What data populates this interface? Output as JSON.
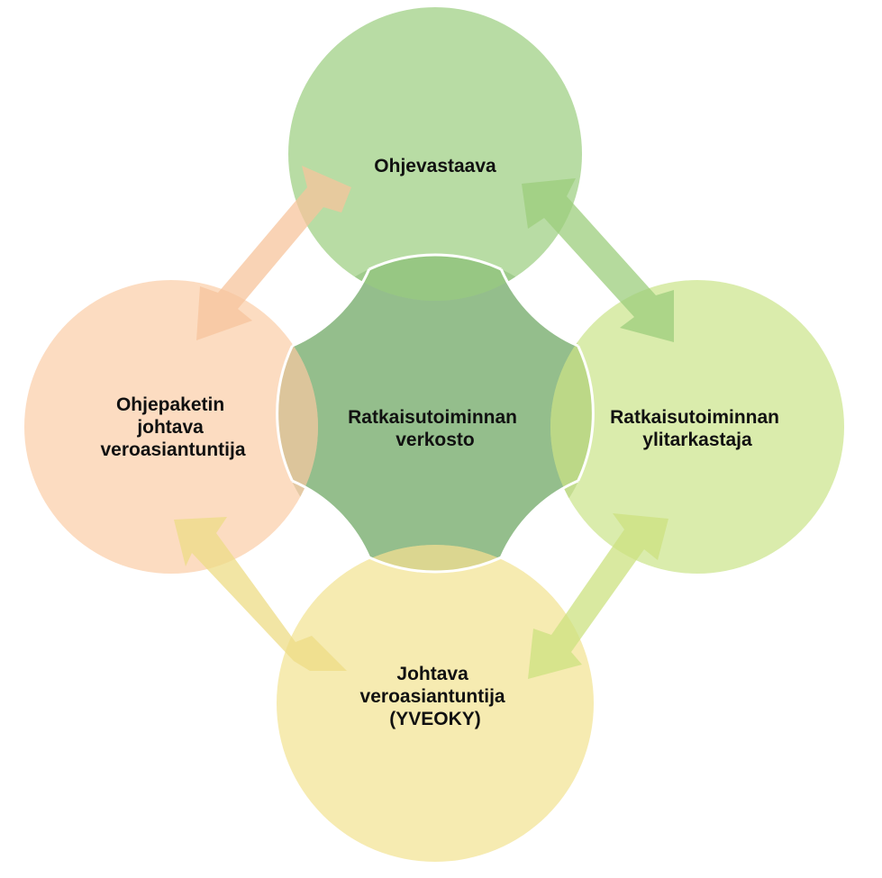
{
  "diagram": {
    "center": {
      "lines": [
        "Ratkaisutoiminnan",
        "verkosto"
      ],
      "color": "#94BE8C"
    },
    "nodes": {
      "top": {
        "lines": [
          "Ohjevastaava"
        ],
        "color": "#A8D490"
      },
      "right": {
        "lines": [
          "Ratkaisutoiminnan",
          "ylitarkastaja"
        ],
        "color": "#D2E89A"
      },
      "bottom": {
        "lines": [
          "Johtava",
          "veroasiantuntija",
          "(YVEOKY)"
        ],
        "color": "#F4E7A0"
      },
      "left": {
        "lines": [
          "Ohjepaketin",
          "johtava",
          "veroasiantuntija"
        ],
        "color": "#FBD4B3"
      }
    },
    "arrows": {
      "top_left": {
        "color": "#F7C49C"
      },
      "top_right": {
        "color": "#9CCD7C"
      },
      "bottom_right": {
        "color": "#CCE280"
      },
      "bottom_left": {
        "color": "#EEDC86"
      }
    }
  }
}
